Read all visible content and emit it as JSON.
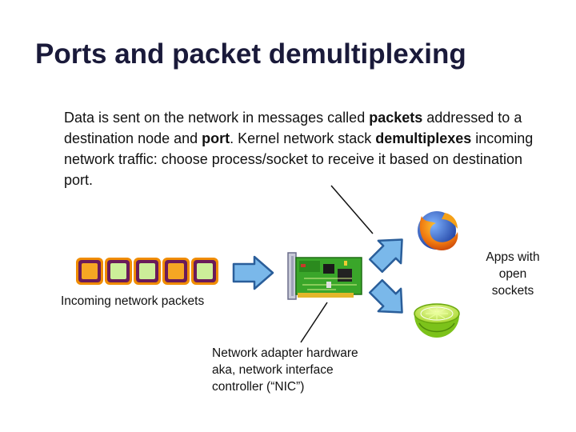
{
  "slide": {
    "title": "Ports and packet demultiplexing",
    "body": {
      "p1": "Data is sent on the network in messages called ",
      "b1": "packets",
      "p2": " addressed to a destination node and ",
      "b2": "port",
      "p3": ".  Kernel network stack ",
      "b3": "demultiplexes",
      "p4": " incoming network traffic: choose process/socket to receive it based on destination port."
    }
  },
  "labels": {
    "packets": "Incoming network packets",
    "nic": [
      "Network adapter hardware",
      "aka, network interface",
      "controller (“NIC”)"
    ],
    "apps": [
      "Apps with",
      "open",
      "sockets"
    ]
  },
  "packets": [
    {
      "outer": "#6a1a5a",
      "inner": "#f5a623"
    },
    {
      "outer": "#6a1a5a",
      "inner": "#ccee99"
    },
    {
      "outer": "#6a1a5a",
      "inner": "#ccee99"
    },
    {
      "outer": "#6a1a5a",
      "inner": "#f5a623"
    },
    {
      "outer": "#6a1a5a",
      "inner": "#ccee99"
    }
  ],
  "colors": {
    "packet_border_orange": "#f08c00",
    "arrow_fill": "#7ab8ea",
    "arrow_stroke": "#2a5e9a",
    "nic_board": "#3aa62a"
  },
  "icons": [
    "firefox-icon",
    "limewire-icon",
    "nic-card-icon"
  ]
}
